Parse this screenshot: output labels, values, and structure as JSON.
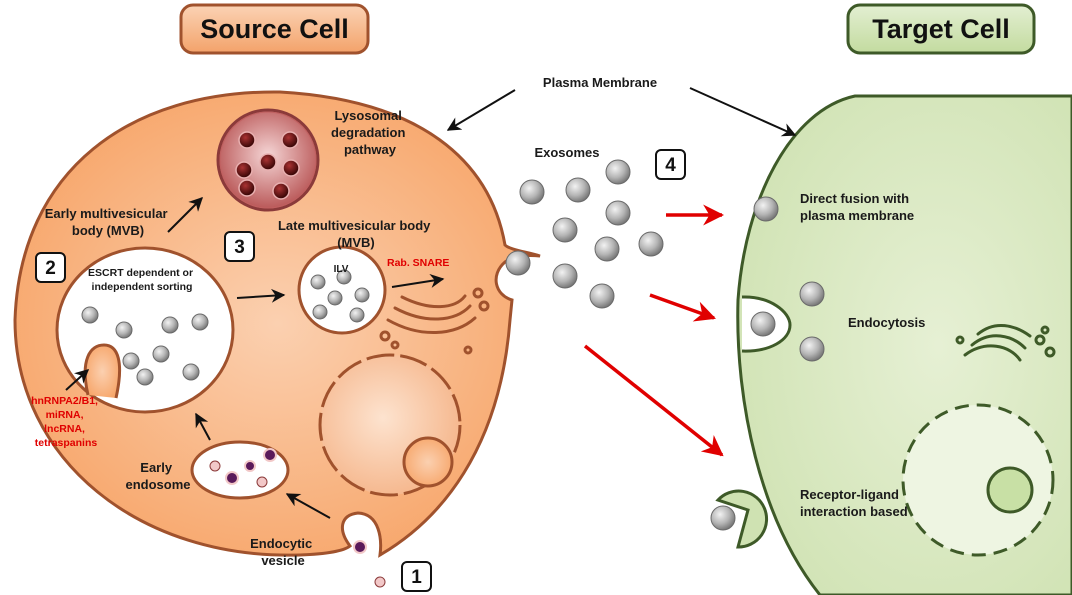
{
  "titles": {
    "source": "Source Cell",
    "target": "Target Cell"
  },
  "labels": {
    "plasma_membrane": "Plasma Membrane",
    "exosomes": "Exosomes",
    "lysosomal": [
      "Lysosomal",
      "degradation",
      "pathway"
    ],
    "early_mvb": [
      "Early multivesicular",
      "body (MVB)"
    ],
    "late_mvb": [
      "Late multivesicular body",
      "(MVB)"
    ],
    "sorting": [
      "ESCRT dependent or",
      "independent sorting"
    ],
    "ilv": "ILV",
    "rab_snare": "Rab. SNARE",
    "sorting_factors": [
      "hnRNPA2/B1,",
      "miRNA,",
      "lncRNA,",
      "tetraspanins"
    ],
    "early_endosome": [
      "Early",
      "endosome"
    ],
    "endocytic_vesicle": [
      "Endocytic",
      "vesicle"
    ],
    "direct_fusion": [
      "Direct fusion with",
      "plasma membrane"
    ],
    "endocytosis": "Endocytosis",
    "receptor_ligand": [
      "Receptor-ligand",
      "interaction based"
    ]
  },
  "steps": [
    "1",
    "2",
    "3",
    "4"
  ],
  "colors": {
    "source_cell_fill": "#f9b98a",
    "source_cell_stroke": "#a0522d",
    "target_cell_fill": "#d8e9c0",
    "target_cell_stroke": "#3e5a28",
    "transfer_arrow": "#e00000",
    "label_highlight": "#e00000"
  }
}
